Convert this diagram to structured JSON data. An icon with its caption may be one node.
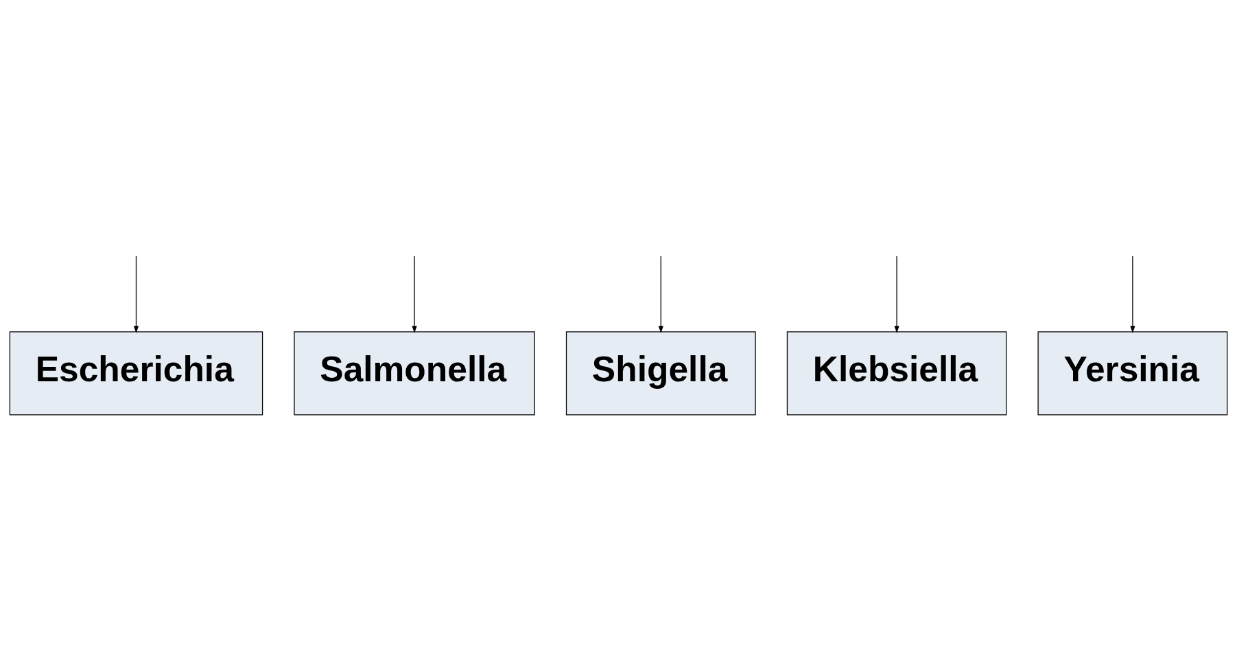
{
  "diagram": {
    "nodes": [
      {
        "text": [
          "Escherichia"
        ]
      },
      {
        "text": [
          "Salmonella"
        ]
      },
      {
        "text": [
          "Shigella"
        ]
      },
      {
        "text": [
          "Klebsiella"
        ]
      },
      {
        "text": [
          "Yersinia"
        ]
      }
    ],
    "edges": [
      {
        "from": null,
        "to": 0,
        "arrow": "to"
      },
      {
        "from": null,
        "to": 3,
        "arrow": "to"
      },
      {
        "from": null,
        "to": 2,
        "arrow": "to"
      },
      {
        "from": null,
        "to": 4,
        "arrow": "to"
      },
      {
        "from": null,
        "to": 1,
        "arrow": "to"
      }
    ]
  }
}
